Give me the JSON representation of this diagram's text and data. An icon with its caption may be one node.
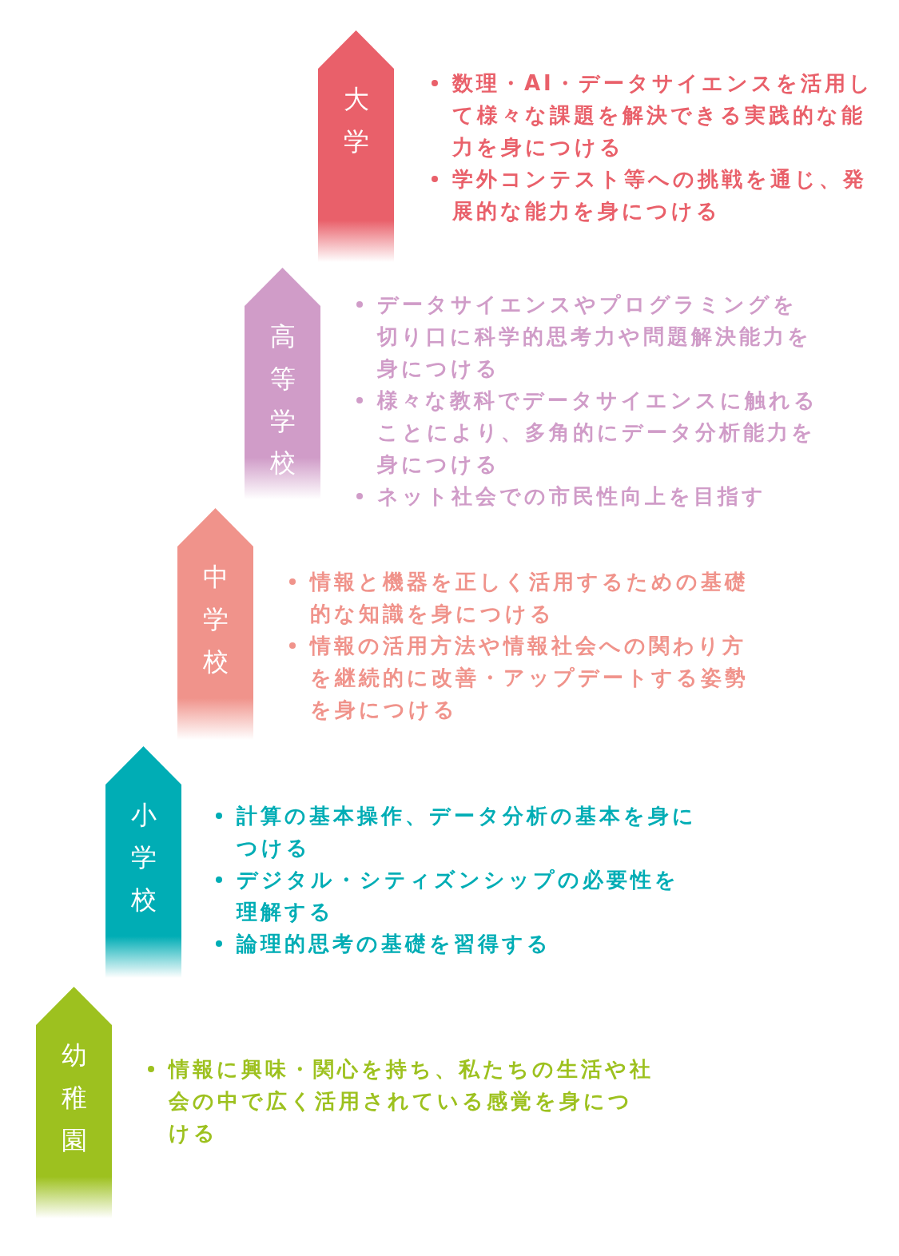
{
  "diagram": {
    "nodes": [
      {
        "text": [
          "大学"
        ],
        "beside": [
          "数理・AI・データサイエンスを活用して様々な課題を解決できる実践的な能力を身につける",
          "学外コンテスト等への挑戦を通じ、発展的な能力を身につける"
        ]
      },
      {
        "text": [
          "高等学校"
        ],
        "beside": [
          "データサイエンスやプログラミングを切り口に科学的思考力や問題解決能力を身につける",
          "様々な教科でデータサイエンスに触れることにより、多角的にデータ分析能力を身につける",
          "ネット社会での市民性向上を目指す"
        ]
      },
      {
        "text": [
          "中学校"
        ],
        "beside": [
          "情報と機器を正しく活用するための基礎的な知識を身につける",
          "情報の活用方法や情報社会への関わり方を継続的に改善・アップデートする姿勢を身につける"
        ]
      },
      {
        "text": [
          "小学校"
        ],
        "beside": [
          "計算の基本操作、データ分析の基本を身につける",
          "デジタル・シティズンシップの必要性を理解する",
          "論理的思考の基礎を習得する"
        ]
      },
      {
        "text": [
          "幼稚園"
        ],
        "beside": [
          "情報に興味・関心を持ち、私たちの生活や社会の中で広く活用されている感覚を身につける"
        ]
      }
    ]
  }
}
